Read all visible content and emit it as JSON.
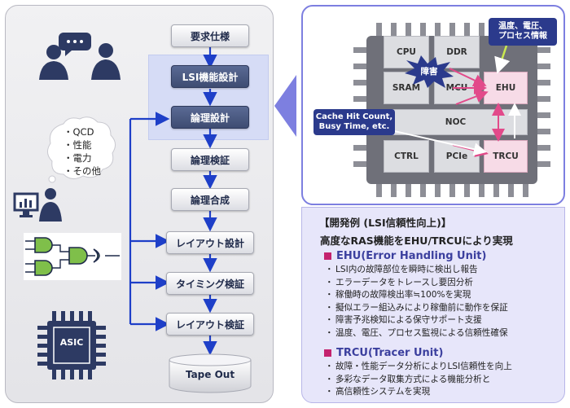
{
  "flow": {
    "steps": [
      {
        "label": "要求仕様"
      },
      {
        "label": "LSI機能設計"
      },
      {
        "label": "論理設計"
      },
      {
        "label": "論理検証"
      },
      {
        "label": "論理合成"
      },
      {
        "label": "レイアウト設計"
      },
      {
        "label": "タイミング検証"
      },
      {
        "label": "レイアウト検証"
      },
      {
        "label": "Tape Out"
      }
    ],
    "bullets": [
      "・QCD",
      "・性能",
      "・電力",
      "・その他"
    ],
    "asic_label": "ASIC"
  },
  "chip": {
    "blocks": {
      "cpu": "CPU",
      "ddr": "DDR",
      "sram": "SRAM",
      "mcu": "MCU",
      "ehu": "EHU",
      "noc": "NOC",
      "ctrl": "CTRL",
      "pcie": "PCIe",
      "trcu": "TRCU"
    },
    "fault_label": "障害",
    "callout_monitor": "温度、電圧、\nプロセス情報",
    "callout_cache": "Cache Hit Count,\nBusy Time, etc."
  },
  "description": {
    "heading": "【開発例 (LSI信頼性向上)】",
    "subheading": "高度なRAS機能をEHU/TRCUにより実現",
    "ehu": {
      "title": "EHU(Error Handling Unit)",
      "items": [
        "LSI内の故障部位を瞬時に検出し報告",
        "エラーデータをトレースし要因分析",
        "稼働時の故障検出率≒100%を実現",
        "擬似エラー組込みにより稼働前に動作を保証",
        "障害予兆検知による保守サポート支援",
        "温度、電圧、プロセス監視による信頼性確保"
      ]
    },
    "trcu": {
      "title": "TRCU(Tracer Unit)",
      "items": [
        "故障・性能データ分析によりLSI信頼性を向上",
        "多彩なデータ取集方式による機能分析と",
        "高信頼性システムを実現"
      ]
    }
  },
  "colors": {
    "flow_blue": "#1e3fc8",
    "dark_step": "#3e4c72",
    "accent_pink": "#c4226e",
    "title_blue": "#3b3f9e"
  }
}
